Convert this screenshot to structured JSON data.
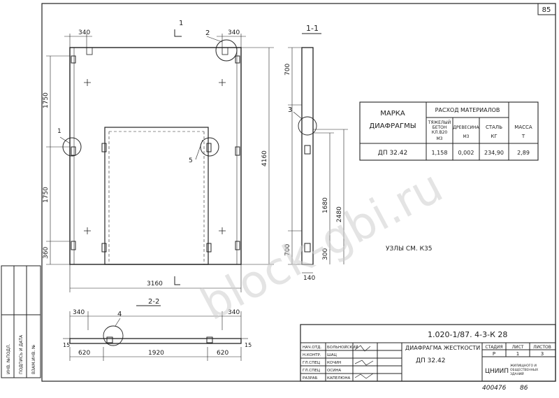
{
  "page": {
    "corner_number": "85",
    "stamp_number": "400476",
    "stamp_sheet": "86"
  },
  "watermark": "block-gbi.ru",
  "elevation": {
    "dims": {
      "top_left": "340",
      "top_right": "340",
      "left_upper": "1750",
      "left_lower": "1750",
      "left_bottom": "360",
      "right_total": "4160",
      "bottom_total": "3160"
    },
    "callouts": {
      "c1": "1",
      "c2": "2",
      "c5": "5",
      "section": "1"
    }
  },
  "section_1_1": {
    "title": "1-1",
    "dims": {
      "top": "700",
      "mid": "1680",
      "right": "2480",
      "bottom_left": "700",
      "bottom_right": "300",
      "width": "140"
    },
    "callout": "3"
  },
  "section_2_2": {
    "title": "2-2",
    "dims": {
      "left": "340",
      "right": "340",
      "span_left": "620",
      "span_mid": "1920",
      "span_right": "620",
      "h_left": "15",
      "h_right": "15"
    },
    "callout": "4"
  },
  "materials_table": {
    "mark_header": "МАРКА",
    "mark_header2": "ДИАФРАГМЫ",
    "consumption_header": "РАСХОД МАТЕРИАЛОВ",
    "col_concrete": [
      "ТЯЖЕЛЫЙ",
      "БЕТОН",
      "КЛ.В20",
      "М3"
    ],
    "col_wood": [
      "ДРЕВЕСИНА",
      "М3"
    ],
    "col_steel": [
      "СТАЛЬ",
      "КГ"
    ],
    "col_mass": [
      "МАССА",
      "Т"
    ],
    "row": {
      "mark": "ДП 32.42",
      "concrete": "1,158",
      "wood": "0,002",
      "steel": "234,90",
      "mass": "2,89"
    }
  },
  "note": "УЗЛЫ СМ. К35",
  "title_block": {
    "code": "1.020-1/87. 4-3-К 28",
    "title": "ДИАФРАГМА ЖЕСТКОСТИ",
    "mark": "ДП 32.42",
    "stage_label": "СТАДИЯ",
    "sheet_label": "ЛИСТ",
    "sheets_label": "ЛИСТОВ",
    "stage": "Р",
    "sheet": "1",
    "sheets": "3",
    "org": "ЦНИИП",
    "org_sub": [
      "ЖИЛИЩНОГО И",
      "ОБЩЕСТВЕННЫХ",
      "ЗДАНИЙ"
    ],
    "signers": [
      {
        "role": "НАЧ.ОТД.",
        "name": "БОЛЬНОЙСКИЙ"
      },
      {
        "role": "Н.КОНТР.",
        "name": "ШАЦ"
      },
      {
        "role": "ГЛ.СПЕЦ",
        "name": "КОЧИН"
      },
      {
        "role": "ГЛ.СПЕЦ",
        "name": "ОСИНА"
      },
      {
        "role": "РАЗРАБ",
        "name": "КАПЕЛЮНА"
      }
    ]
  },
  "side_stamp": [
    "ИНВ. №ПОДЛ.",
    "ПОДПИСЬ И ДАТА",
    "ВЗАМ.ИНВ. №"
  ]
}
